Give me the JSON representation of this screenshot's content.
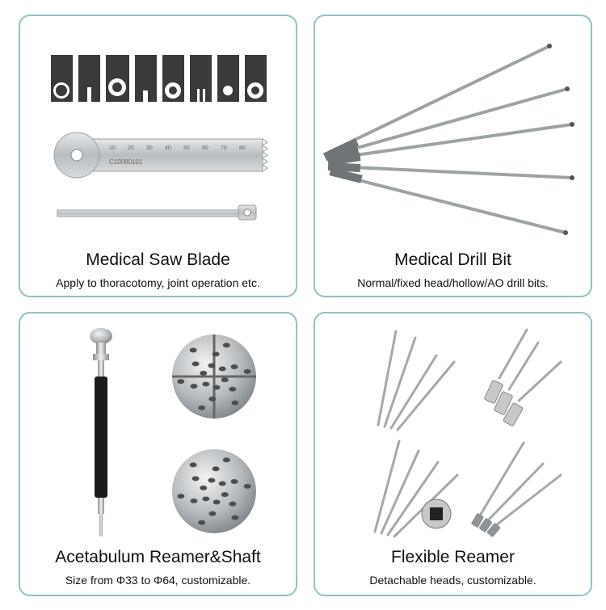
{
  "cards": [
    {
      "title": "Medical Saw Blade",
      "subtitle": "Apply to thoracotomy, joint operation etc.",
      "ruler_text": "C10080101",
      "ruler_marks": [
        "10",
        "20",
        "30",
        "40",
        "50",
        "60",
        "70",
        "80"
      ]
    },
    {
      "title": "Medical Drill Bit",
      "subtitle": "Normal/fixed head/hollow/AO drill bits."
    },
    {
      "title": "Acetabulum Reamer&Shaft",
      "subtitle": "Size from Φ33 to Φ64, customizable."
    },
    {
      "title": "Flexible Reamer",
      "subtitle": "Detachable heads, customizable."
    }
  ],
  "colors": {
    "card_border": "#8fc3c4",
    "steel": "#c9ccce",
    "dark_blade": "#3a3a3a",
    "handle": "#1b1b1b"
  }
}
